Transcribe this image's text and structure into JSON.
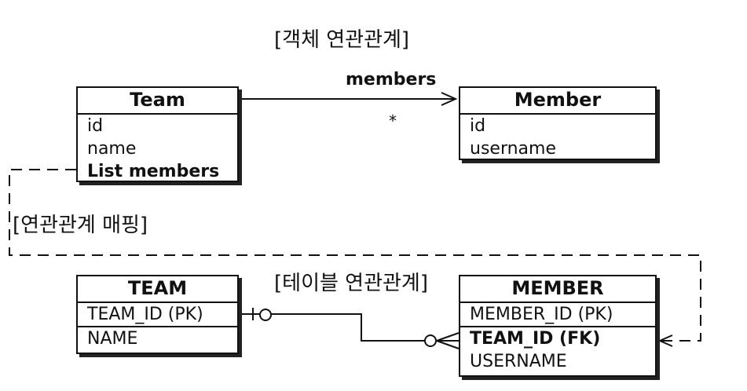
{
  "captions": {
    "object_relation": "[객체 연관관계]",
    "mapping": "[연관관계 매핑]",
    "table_relation": "[테이블 연관관계]"
  },
  "object_model": {
    "team": {
      "name": "Team",
      "fields": [
        "id",
        "name",
        "List members"
      ]
    },
    "member": {
      "name": "Member",
      "fields": [
        "id",
        "username"
      ]
    },
    "association": {
      "label": "members",
      "multiplicity": "*"
    }
  },
  "table_model": {
    "team": {
      "name": "TEAM",
      "pk": "TEAM_ID (PK)",
      "columns": [
        "NAME"
      ]
    },
    "member": {
      "name": "MEMBER",
      "pk": "MEMBER_ID (PK)",
      "columns": [
        "TEAM_ID (FK)",
        "USERNAME"
      ]
    }
  }
}
